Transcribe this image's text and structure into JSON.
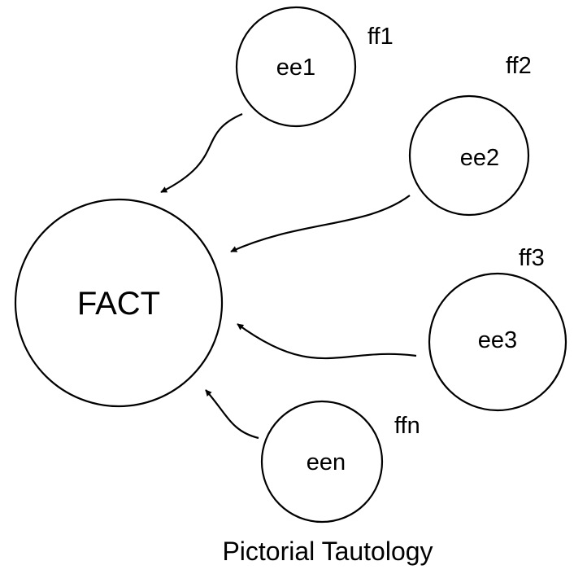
{
  "diagram": {
    "center": {
      "label": "FACT"
    },
    "nodes": [
      {
        "id": "ee1",
        "label": "ee1",
        "tag": "ff1"
      },
      {
        "id": "ee2",
        "label": "ee2",
        "tag": "ff2"
      },
      {
        "id": "ee3",
        "label": "ee3",
        "tag": "ff3"
      },
      {
        "id": "een",
        "label": "een",
        "tag": "ffn"
      }
    ],
    "edges": [
      {
        "from": "ee1",
        "to": "FACT"
      },
      {
        "from": "ee2",
        "to": "FACT"
      },
      {
        "from": "ee3",
        "to": "FACT"
      },
      {
        "from": "een",
        "to": "FACT"
      }
    ],
    "caption": "Pictorial Tautology"
  }
}
